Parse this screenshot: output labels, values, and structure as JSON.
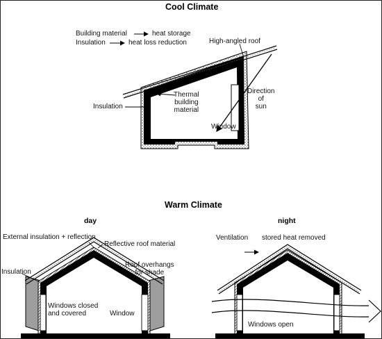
{
  "cool": {
    "title": "Cool Climate",
    "legend_material": "Building material",
    "legend_storage": "heat storage",
    "legend_insulation": "Insulation",
    "legend_loss": "heat loss reduction",
    "roof": "High-angled roof",
    "insulation": "Insulation",
    "thermal": "Thermal\nbuilding\nmaterial",
    "direction": "Direction\nof\nsun",
    "window": "Window"
  },
  "warm": {
    "title": "Warm Climate",
    "day": {
      "heading": "day",
      "external": "External insulation + reflection",
      "reflective": "Reflective roof material",
      "insulation": "Insulation",
      "overhangs": "Roof overhangs\nfor shade",
      "windows_closed": "Windows closed\nand covered",
      "window": "Window"
    },
    "night": {
      "heading": "night",
      "ventilation": "Ventilation",
      "removed": "stored heat removed",
      "windows_open": "Windows open"
    }
  },
  "colors": {
    "wall": "#000000",
    "hatch": "#7a7a7a",
    "shade": "#9e9e9e"
  }
}
